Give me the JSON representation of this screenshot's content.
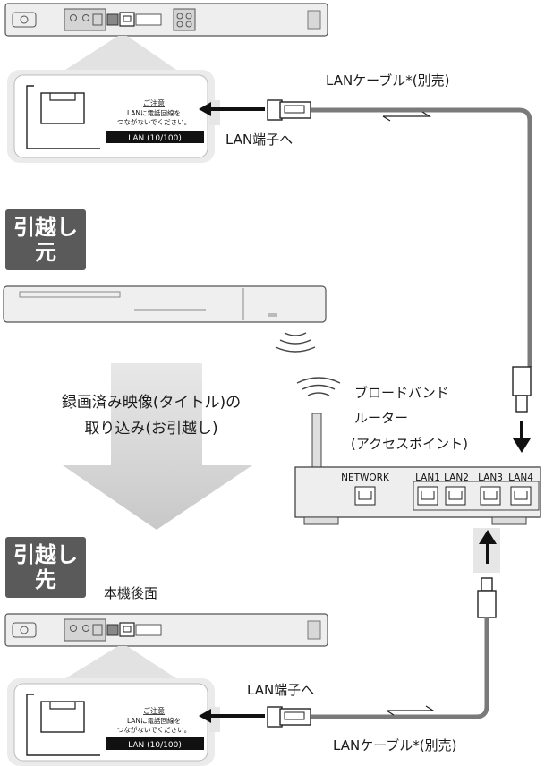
{
  "source": {
    "badge_line1": "引越し",
    "badge_line2": "元",
    "lan_port_label": "LAN端子へ",
    "cable_label": "LANケーブル*(別売)",
    "port_panel": {
      "caution_title": "ご注意",
      "caution_line1": "LANに電話回線を",
      "caution_line2": "つながないでください。",
      "lan_label": "LAN (10/100)"
    }
  },
  "transfer": {
    "line1": "録画済み映像(タイトル)の",
    "line2": "取り込み(お引越し)"
  },
  "router": {
    "title_line1": "ブロードバンド",
    "title_line2": "ルーター",
    "title_line3": "(アクセスポイント)",
    "ports": [
      "NETWORK",
      "LAN1",
      "LAN2",
      "LAN3",
      "LAN4"
    ]
  },
  "destination": {
    "badge_line1": "引越し",
    "badge_line2": "先",
    "rear_label": "本機後面",
    "lan_port_label": "LAN端子へ",
    "cable_label": "LANケーブル*(別売)",
    "port_panel": {
      "caution_title": "ご注意",
      "caution_line1": "LANに電話回線を",
      "caution_line2": "つながないでください。",
      "lan_label": "LAN (10/100)"
    }
  }
}
